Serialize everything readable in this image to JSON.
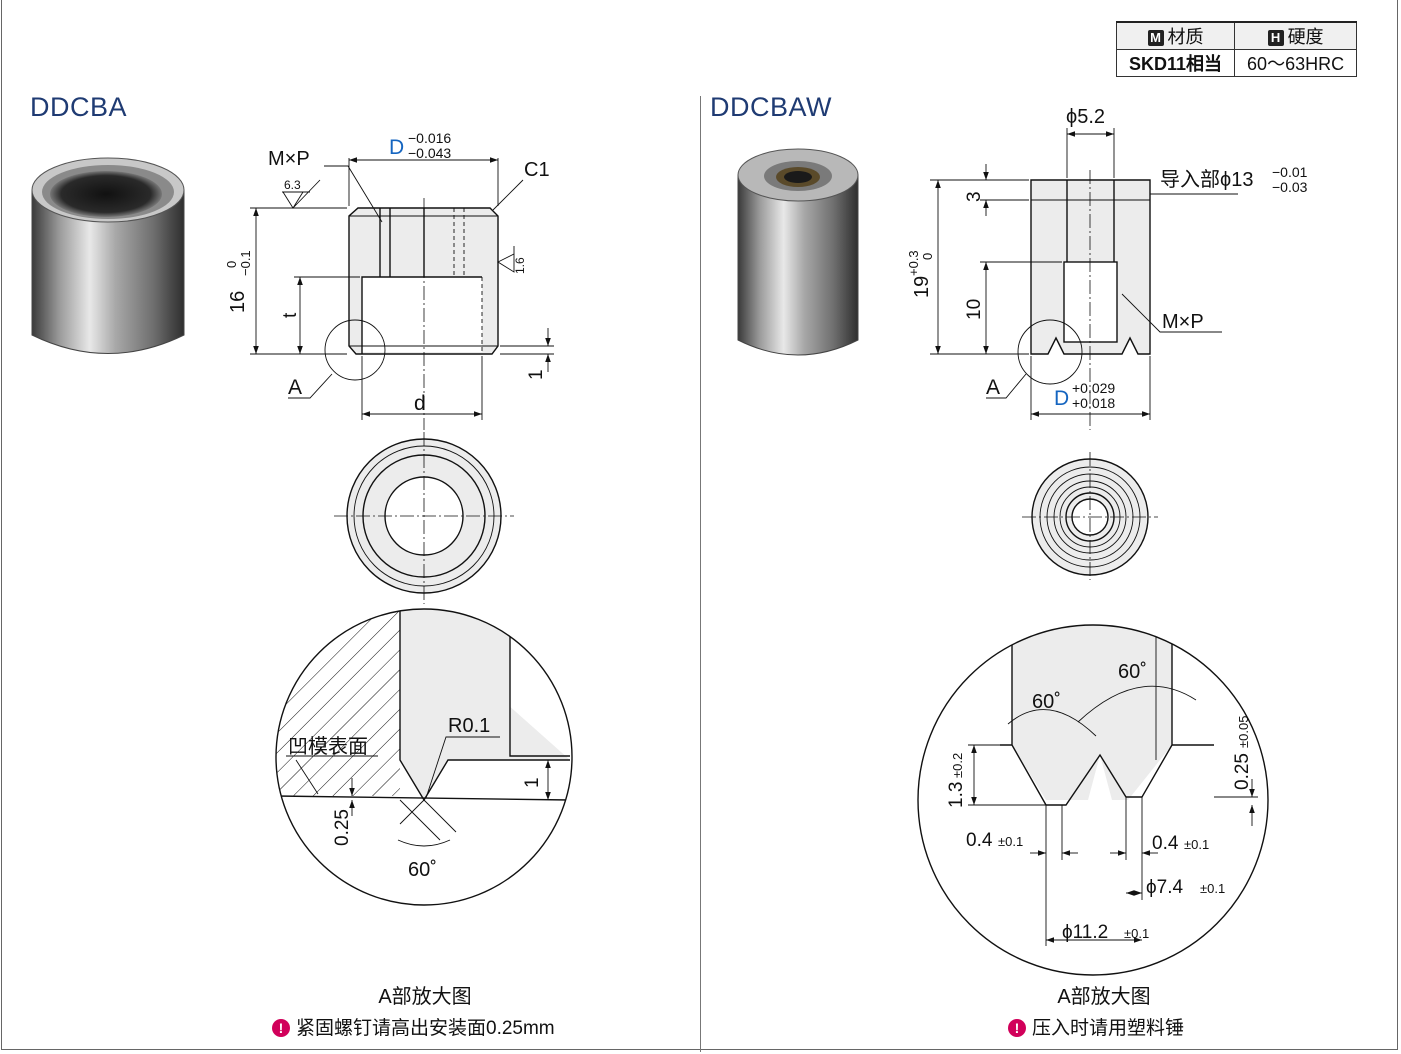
{
  "material_table": {
    "material_badge": "M",
    "material_header": "材质",
    "hardness_badge": "H",
    "hardness_header": "硬度",
    "material_value": "SKD11相当",
    "hardness_value": "60～63HRC"
  },
  "left": {
    "title": "DDCBA",
    "dims": {
      "mxp": "M×P",
      "d_big": "D",
      "d_tol_upper": "−0.016",
      "d_tol_lower": "−0.043",
      "c1": "C1",
      "roughness_1": "6.3",
      "roughness_2": "1.6",
      "height": "16",
      "height_tol_upper": "0",
      "height_tol_lower": "−0.1",
      "t": "t",
      "a": "A",
      "one": "1",
      "d_small": "d"
    },
    "detail": {
      "r01": "R0.1",
      "die_surface": "凹模表面",
      "depth": "1",
      "offset": "0.25",
      "angle": "60˚"
    },
    "caption": "A部放大图",
    "note": "紧固螺钉请高出安装面0.25mm"
  },
  "right": {
    "title": "DDCBAW",
    "dims": {
      "phi52": "ϕ5.2",
      "guide": "导入部ϕ13",
      "guide_tol_upper": "−0.01",
      "guide_tol_lower": "−0.03",
      "three": "3",
      "height": "19",
      "height_tol_upper": "+0.3",
      "height_tol_lower": "0",
      "ten": "10",
      "mxp": "M×P",
      "a": "A",
      "d_big": "D",
      "d_tol_upper": "+0.029",
      "d_tol_lower": "+0.018"
    },
    "detail": {
      "angle_outer": "60˚",
      "angle_inner": "60˚",
      "depth": "1.3",
      "depth_tol": "±0.2",
      "step": "0.25",
      "step_tol": "±0.05",
      "flat1": "0.4",
      "flat1_tol": "±0.1",
      "flat2": "0.4",
      "flat2_tol": "±0.1",
      "dia74": "ϕ7.4",
      "dia74_tol": "±0.1",
      "dia112": "ϕ11.2",
      "dia112_tol": "±0.1"
    },
    "caption": "A部放大图",
    "note": "压入时请用塑料锤"
  },
  "colors": {
    "title": "#1f3b73",
    "dim_accent": "#1565c0",
    "warning": "#d1005a"
  },
  "icons": [
    "material-badge-icon",
    "hardness-badge-icon",
    "warning-icon"
  ]
}
